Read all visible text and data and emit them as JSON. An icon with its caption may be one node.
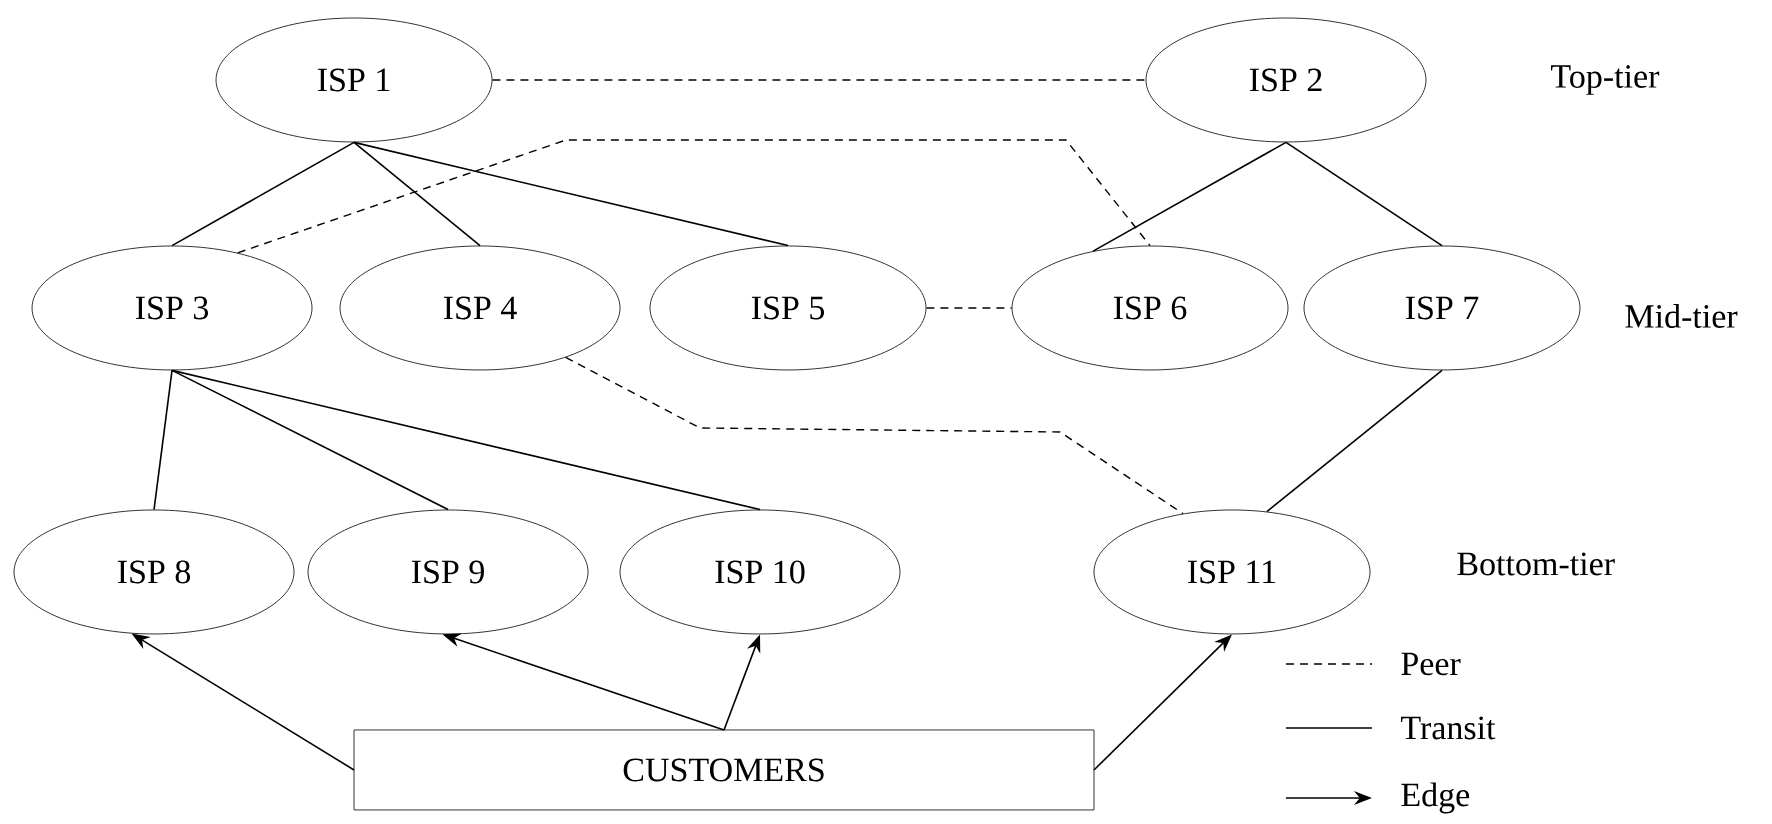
{
  "diagram": {
    "nodes": [
      {
        "text": [
          "ISP 1"
        ]
      },
      {
        "text": [
          "ISP 2"
        ]
      },
      {
        "text": [
          "ISP 3"
        ]
      },
      {
        "text": [
          "ISP 4"
        ]
      },
      {
        "text": [
          "ISP 5"
        ]
      },
      {
        "text": [
          "ISP 6"
        ]
      },
      {
        "text": [
          "ISP 7"
        ]
      },
      {
        "text": [
          "ISP 8"
        ]
      },
      {
        "text": [
          "ISP 9"
        ]
      },
      {
        "text": [
          "ISP 10"
        ]
      },
      {
        "text": [
          "ISP 11"
        ]
      },
      {
        "text": [
          "CUSTOMERS"
        ]
      }
    ],
    "edges": [
      {
        "from": 0,
        "to": 1,
        "arrow": "none",
        "style": "dashed"
      },
      {
        "from": 0,
        "to": 2,
        "arrow": "none"
      },
      {
        "from": 0,
        "to": 3,
        "arrow": "none"
      },
      {
        "from": 0,
        "to": 4,
        "arrow": "none"
      },
      {
        "from": 2,
        "to": 5,
        "arrow": "none",
        "style": "dashed"
      },
      {
        "from": 1,
        "to": 5,
        "arrow": "none"
      },
      {
        "from": 1,
        "to": 6,
        "arrow": "none"
      },
      {
        "from": 4,
        "to": 5,
        "arrow": "none",
        "style": "dashed"
      },
      {
        "from": 2,
        "to": 7,
        "arrow": "none"
      },
      {
        "from": 2,
        "to": 8,
        "arrow": "none"
      },
      {
        "from": 2,
        "to": 9,
        "arrow": "none"
      },
      {
        "from": 3,
        "to": 10,
        "arrow": "none",
        "style": "dashed"
      },
      {
        "from": 6,
        "to": 10,
        "arrow": "none"
      },
      {
        "from": 11,
        "to": 7,
        "arrow": "to"
      },
      {
        "from": 11,
        "to": 8,
        "arrow": "to"
      },
      {
        "from": 11,
        "to": 9,
        "arrow": "to"
      },
      {
        "from": 11,
        "to": 10,
        "arrow": "to"
      }
    ],
    "labels": [
      "Top-tier",
      "Mid-tier",
      "Bottom-tier"
    ],
    "legend": [
      {
        "text": "Peer"
      },
      {
        "text": "Transit"
      },
      {
        "text": "Edge"
      }
    ]
  }
}
